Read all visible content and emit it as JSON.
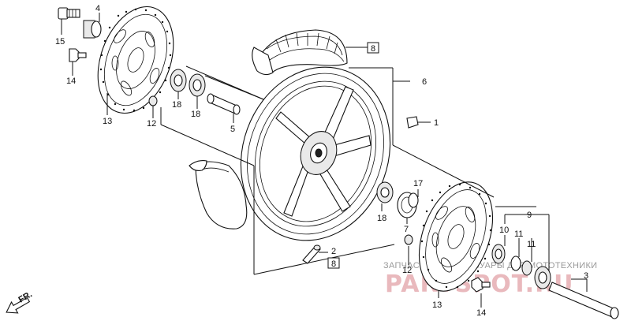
{
  "callouts": {
    "c1": "1",
    "c2": "2",
    "c3": "3",
    "c4": "4",
    "c5": "5",
    "c6": "6",
    "c7": "7",
    "c8_top": "8",
    "c8_bottom": "8",
    "c9": "9",
    "c10": "10",
    "c11a": "11",
    "c11b": "11",
    "c12a": "12",
    "c12b": "12",
    "c13a": "13",
    "c13b": "13",
    "c14a": "14",
    "c14b": "14",
    "c15": "15",
    "c17": "17",
    "c18a": "18",
    "c18b": "18",
    "c18c": "18"
  },
  "direction": {
    "label": "FR."
  },
  "watermark": {
    "text": "ЗАПЧАСТИ И АКСЕССУАРЫ ДЛЯ МОТОТЕХНИКИ",
    "logo": "PARTSPOT.RU"
  },
  "colors": {
    "line": "#111111",
    "watermark_text": "#9a9a9a",
    "watermark_logo": "#e9b9bd"
  }
}
